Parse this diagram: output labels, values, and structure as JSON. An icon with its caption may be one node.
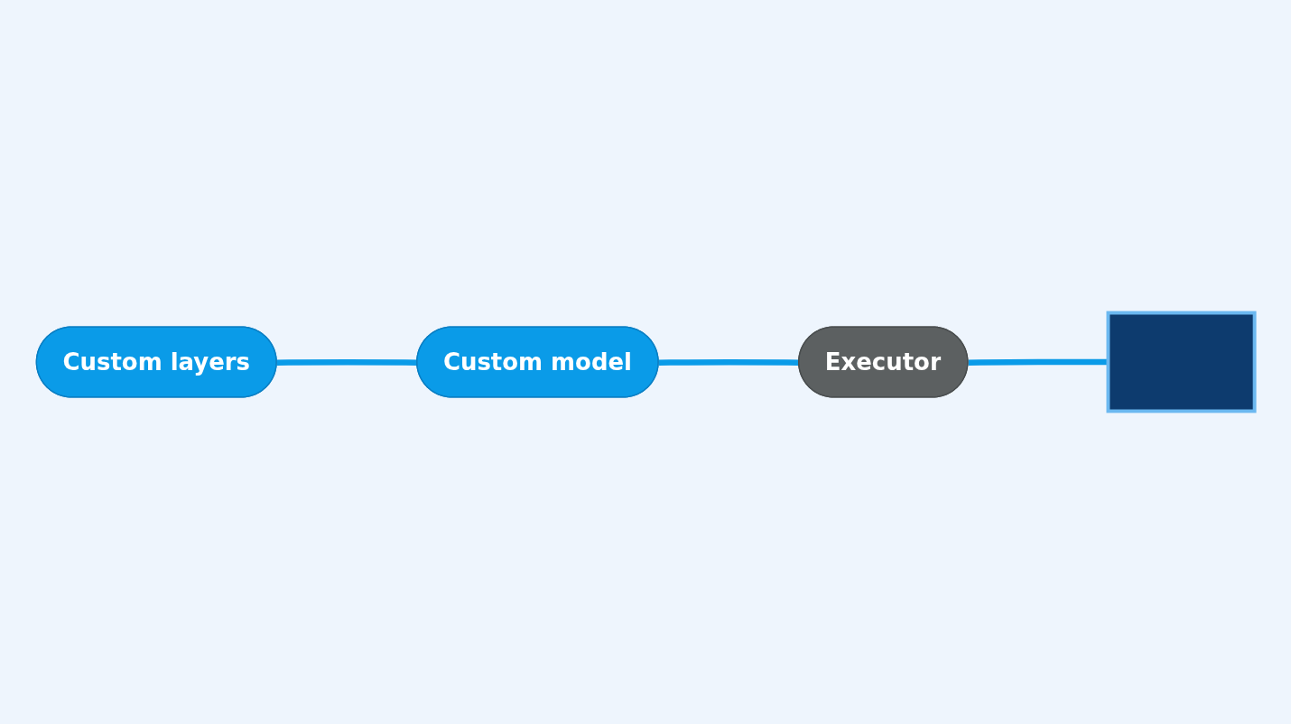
{
  "diagram": {
    "nodes": [
      {
        "text": [
          "Custom layers"
        ]
      },
      {
        "text": [
          "Custom model"
        ]
      },
      {
        "text": [
          "Executor"
        ]
      },
      {
        "text": [],
        "shape": "box"
      }
    ],
    "edges": [
      {
        "from": 0,
        "to": 1,
        "arrow": "none"
      },
      {
        "from": 1,
        "to": 2,
        "arrow": "none"
      },
      {
        "from": 2,
        "to": 3,
        "arrow": "none"
      }
    ]
  }
}
